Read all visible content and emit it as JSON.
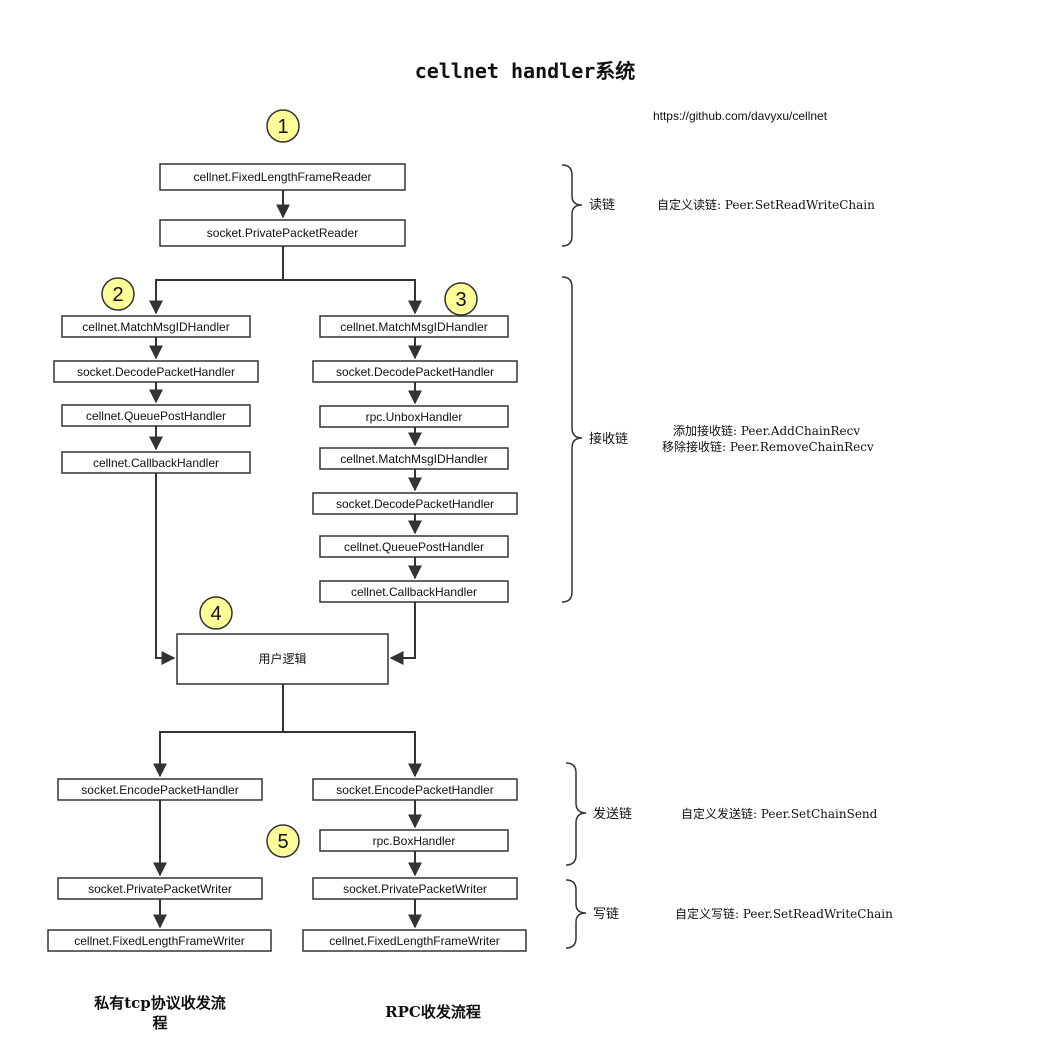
{
  "title": "cellnet handler系统",
  "url": "https://github.com/davyxu/cellnet",
  "markers": [
    "1",
    "2",
    "3",
    "4",
    "5"
  ],
  "colors": {
    "marker_fill": "#ffff99",
    "stroke": "#333333",
    "text": "#111111"
  },
  "read_chain": [
    "cellnet.FixedLengthFrameReader",
    "socket.PrivatePacketReader"
  ],
  "recv_left": [
    "cellnet.MatchMsgIDHandler",
    "socket.DecodePacketHandler",
    "cellnet.QueuePostHandler",
    "cellnet.CallbackHandler"
  ],
  "recv_right": [
    "cellnet.MatchMsgIDHandler",
    "socket.DecodePacketHandler",
    "rpc.UnboxHandler",
    "cellnet.MatchMsgIDHandler",
    "socket.DecodePacketHandler",
    "cellnet.QueuePostHandler",
    "cellnet.CallbackHandler"
  ],
  "user_logic": "用户逻辑",
  "send_left": [
    "socket.EncodePacketHandler",
    "socket.PrivatePacketWriter",
    "cellnet.FixedLengthFrameWriter"
  ],
  "send_right": [
    "socket.EncodePacketHandler",
    "rpc.BoxHandler",
    "socket.PrivatePacketWriter",
    "cellnet.FixedLengthFrameWriter"
  ],
  "brackets": {
    "read": {
      "label": "读链",
      "note": "自定义读链: Peer.SetReadWriteChain"
    },
    "recv": {
      "label": "接收链",
      "note1": "添加接收链: Peer.AddChainRecv",
      "note2": "移除接收链: Peer.RemoveChainRecv"
    },
    "send": {
      "label": "发送链",
      "note": "自定义发送链: Peer.SetChainSend"
    },
    "write": {
      "label": "写链",
      "note": "自定义写链: Peer.SetReadWriteChain"
    }
  },
  "footer": {
    "left_line1": "私有tcp协议收发流",
    "left_line2": "程",
    "right": "RPC收发流程"
  }
}
